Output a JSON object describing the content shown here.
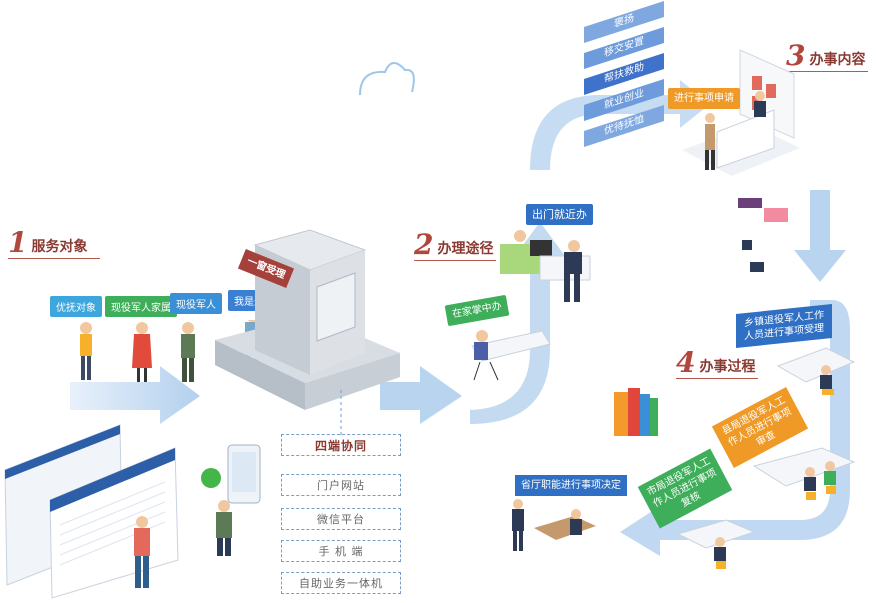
{
  "sections": {
    "s1": {
      "num": "1",
      "label": "服务对象"
    },
    "s2": {
      "num": "2",
      "label": "办理途径"
    },
    "s3": {
      "num": "3",
      "label": "办事内容"
    },
    "s4": {
      "num": "4",
      "label": "办事过程"
    }
  },
  "service_objects": [
    "优抚对象",
    "现役军人家属",
    "现役军人",
    "我是退役军人"
  ],
  "kiosk_sign": "一窗受理",
  "channels": {
    "title": "四端协同",
    "items": [
      "门户网站",
      "微信平台",
      "手 机 端",
      "自助业务一体机"
    ]
  },
  "routes": {
    "home": "在家掌中办",
    "nearby": "出门就近办"
  },
  "content_menu": [
    "褒扬",
    "移交安置",
    "帮扶救助",
    "就业创业",
    "优待抚恤"
  ],
  "content_apply": "进行事项申请",
  "process": {
    "town": "乡镇退役军人工作人员进行事项受理",
    "county": "县局退役军人工作人员进行事项审查",
    "city": "市局退役军人工作人员进行事项复核",
    "province": "省厅职能进行事项决定"
  },
  "colors": {
    "arrow": "#b9d4ef",
    "accent": "#8a3a32",
    "blue_tag": "#3f7fd0",
    "green_tag": "#3fae5a",
    "orange_tag": "#ef9a26"
  }
}
